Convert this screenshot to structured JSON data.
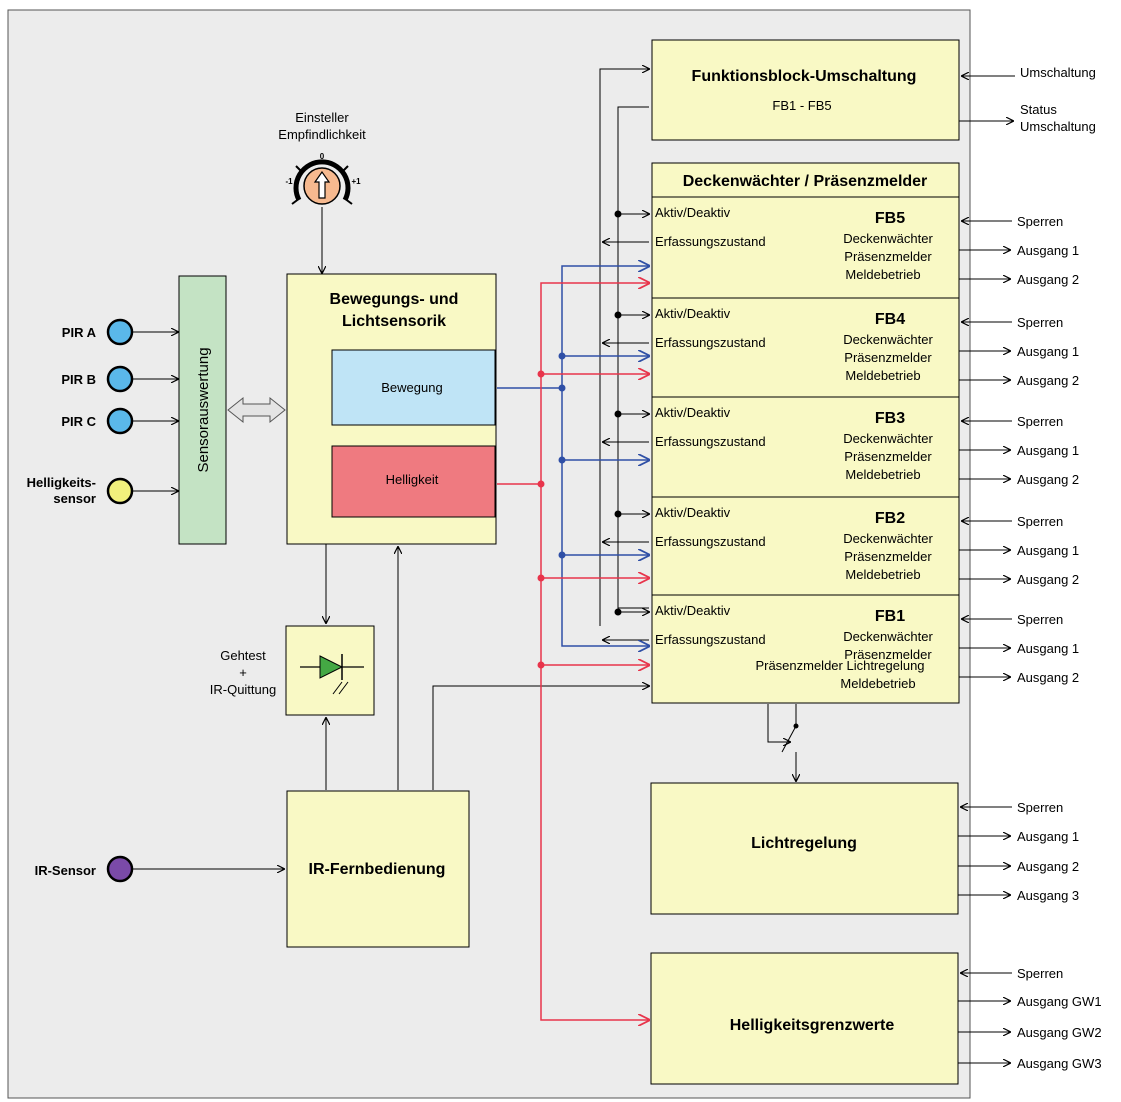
{
  "inputs": {
    "pir_a": "PIR A",
    "pir_b": "PIR B",
    "pir_c": "PIR C",
    "brightness_sensor_line1": "Helligkeits-",
    "brightness_sensor_line2": "sensor",
    "ir_sensor": "IR-Sensor"
  },
  "sensor_evaluation": "Sensorauswertung",
  "sensitivity": {
    "line1": "Einsteller",
    "line2": "Empfindlichkeit",
    "min": "-1",
    "zero": "0",
    "max": "+1"
  },
  "sensor_block": {
    "title_line1": "Bewegungs- und",
    "title_line2": "Lichtsensorik",
    "motion": "Bewegung",
    "brightness": "Helligkeit"
  },
  "walk_test": {
    "line1": "Gehtest",
    "line2": "+",
    "line3": "IR-Quittung"
  },
  "ir_remote": "IR-Fernbedienung",
  "fb_switch": {
    "title": "Funktionsblock-Umschaltung",
    "subtitle": "FB1 - FB5",
    "in_label": "Umschaltung",
    "out_line1": "Status",
    "out_line2": "Umschaltung"
  },
  "presence": {
    "title": "Deckenwächter / Präsenzmelder",
    "active": "Aktiv/Deaktiv",
    "detection": "Erfassungszustand",
    "ceiling": "Deckenwächter",
    "presence": "Präsenzmelder",
    "report": "Meldebetrieb",
    "presence_light": "Präsenzmelder Lichtregelung",
    "lock": "Sperren",
    "out1": "Ausgang 1",
    "out2": "Ausgang 2",
    "blocks": [
      "FB5",
      "FB4",
      "FB3",
      "FB2",
      "FB1"
    ]
  },
  "light_control": {
    "title": "Lichtregelung",
    "lock": "Sperren",
    "out1": "Ausgang 1",
    "out2": "Ausgang 2",
    "out3": "Ausgang 3"
  },
  "thresholds": {
    "title": "Helligkeitsgrenzwerte",
    "lock": "Sperren",
    "out1": "Ausgang GW1",
    "out2": "Ausgang GW2",
    "out3": "Ausgang GW3"
  },
  "colors": {
    "background": "#ececec",
    "block_fill": "#f9f9c5",
    "sensor_eval_fill": "#c4e3c4",
    "motion_fill": "#bfe4f6",
    "brightness_fill": "#ef7a80",
    "pir_fill": "#5ab8ea",
    "brightness_sensor_fill": "#f1f07c",
    "ir_sensor_fill": "#7a4aa8",
    "blue_line": "#2f4fa6",
    "red_line": "#e8344b",
    "led_fill": "#44a844"
  }
}
